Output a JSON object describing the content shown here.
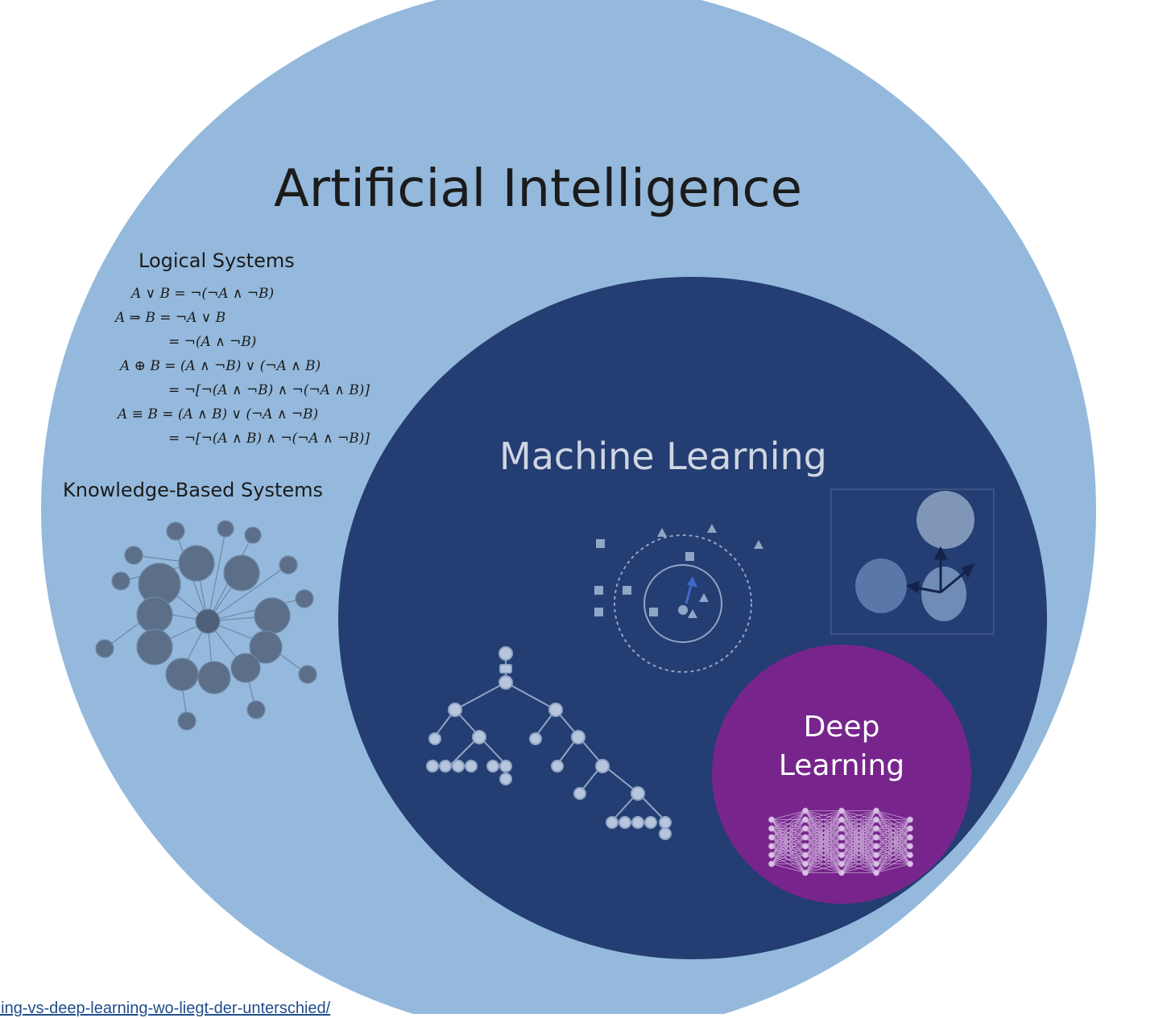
{
  "labels": {
    "ai": "Artificial Intelligence",
    "ml": "Machine Learning",
    "dl_line1": "Deep",
    "dl_line2": "Learning",
    "logical": "Logical Systems",
    "knowledge": "Knowledge-Based Systems"
  },
  "formulas": [
    "A ∨ B = ¬(¬A ∧ ¬B)",
    "A ⇒ B = ¬A ∨ B",
    "= ¬(A ∧ ¬B)",
    "A ⊕ B = (A ∧ ¬B) ∨ (¬A ∧ B)",
    "= ¬[¬(A ∧ ¬B) ∧ ¬(¬A ∧ B)]",
    "A ≡ B = (A ∧ B) ∨ (¬A ∧ ¬B)",
    "= ¬[¬(A ∧ B) ∧ ¬(¬A ∧ ¬B)]"
  ],
  "source_link": "ning-vs-deep-learning-wo-liegt-der-unterschied/",
  "colors": {
    "ai": "#94b9dc",
    "ml": "#243d72",
    "dl": "#77258c",
    "ml_text": "#cfd6e2",
    "icon": "#8fa6c6"
  }
}
